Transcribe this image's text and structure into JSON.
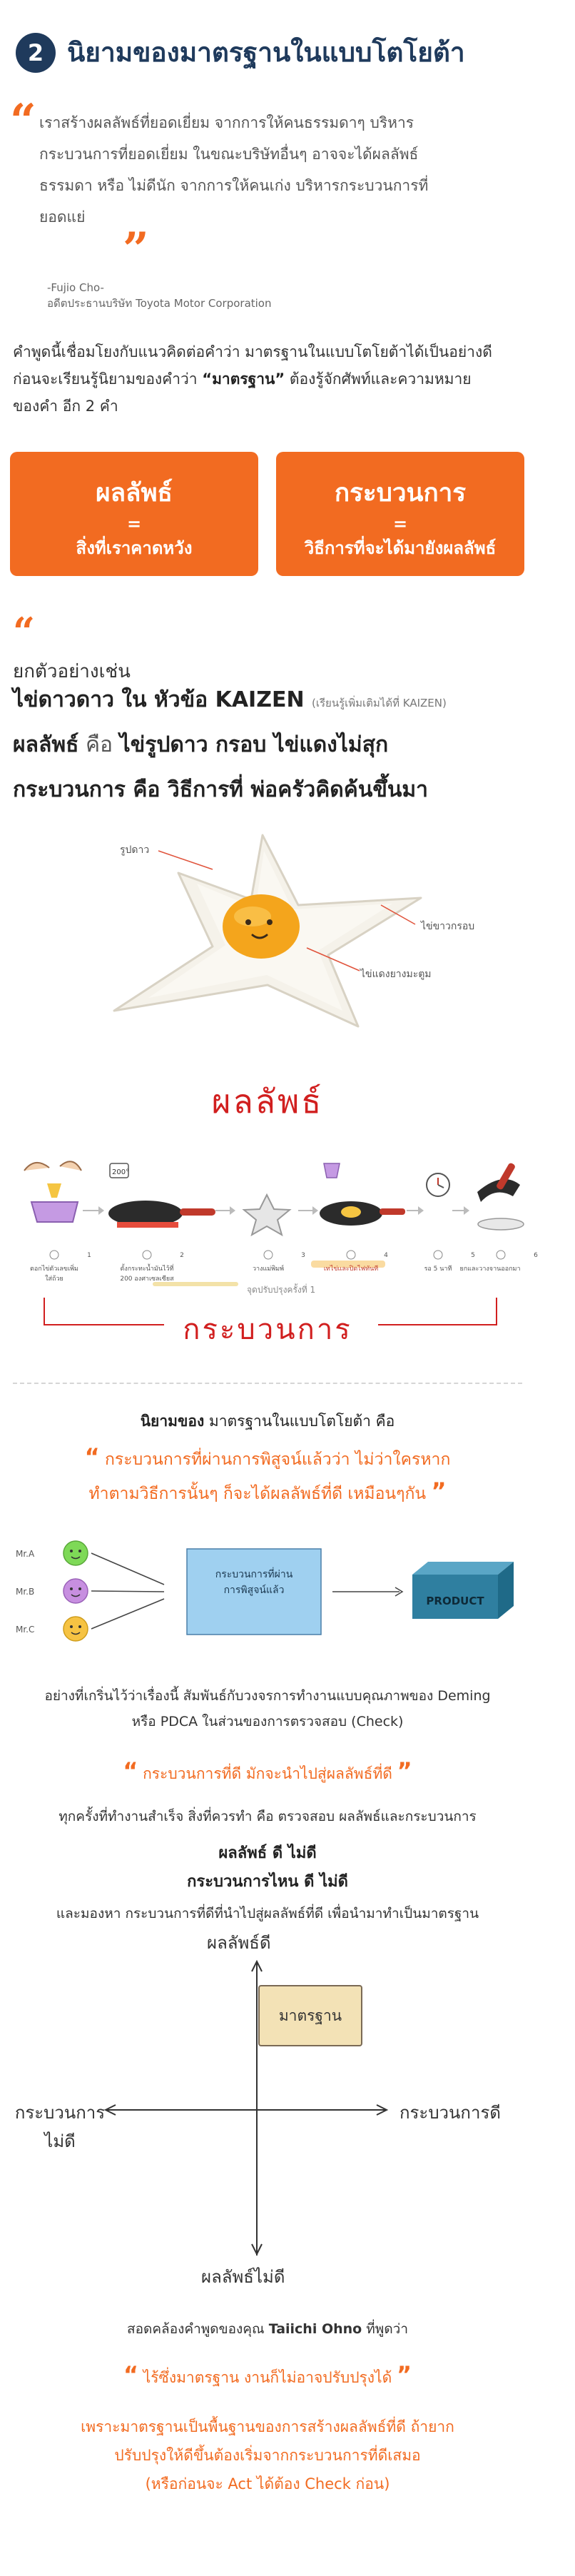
{
  "section": {
    "number": "2",
    "title": "นิยามของมาตรฐานในแบบโตโยต้า"
  },
  "quote1": {
    "lines": [
      "เราสร้างผลลัพธ์ที่ยอดเยี่ยม จากการให้คนธรรมดาๆ บริหาร",
      "กระบวนการที่ยอดเยี่ยม ในขณะบริษัทอื่นๆ อาจจะได้ผลลัพธ์",
      "ธรรมดา หรือ ไม่ดีนัก จากการให้คนเก่ง บริหารกระบวนการที่",
      "ยอดแย่"
    ],
    "author_name": "-Fujio Cho-",
    "author_title": "อดีตประธานบริษัท Toyota Motor Corporation"
  },
  "intro": {
    "line1": "คำพูดนี้เชื่อมโยงกับแนวคิดต่อคำว่า มาตรฐานในแบบโตโยต้าได้เป็นอย่างดี",
    "line2_pre": "ก่อนจะเรียนรู้นิยามของคำว่า ",
    "line2_term": "“มาตรฐาน”",
    "line2_post": " ต้องรู้จักศัพท์และความหมาย",
    "line3": "ของคำ อีก 2 คำ"
  },
  "boxes": [
    {
      "term": "ผลลัพธ์",
      "eq": "=",
      "def": "สิ่งที่เราคาดหวัง"
    },
    {
      "term": "กระบวนการ",
      "eq": "=",
      "def": "วิธีการที่จะได้มายังผลลัพธ์"
    }
  ],
  "example": {
    "intro": "ยกตัวอย่างเช่น",
    "topic": "ไข่ดาวดาว ใน หัวข้อ KAIZEN",
    "topic_note": "(เรียนรู้เพิ่มเติมได้ที่ KAIZEN)",
    "result_term": "ผลลัพธ์",
    "result_connector": " คือ ",
    "result_def": "ไข่รูปดาว กรอบ ไข่แดงไม่สุก",
    "process_term": "กระบวนการ",
    "process_connector": " คือ ",
    "process_def": "วิธีการที่ พ่อครัวคิดค้นขึ้นมา"
  },
  "egg": {
    "label_shape": "รูปดาว",
    "label_crisp": "ไข่ขาวกรอบ",
    "label_yolk": "ไข่แดงยางมะตูม"
  },
  "result_handwritten": "ผลลัพธ์",
  "steps": [
    {
      "num": "1",
      "caption": "ตอกไข่ตัวเลขเพิ่ม\nใส่ถ้วย"
    },
    {
      "num": "2",
      "caption": "ตั้งกระทะน้ำมันไว้ที่\n200 องศาเซลเซียส"
    },
    {
      "num": "3",
      "caption": "วางแม่พิมพ์"
    },
    {
      "num": "4",
      "caption": "เทไข่และปิดไฟทันที"
    },
    {
      "num": "5",
      "caption": "รอ 5 นาที"
    },
    {
      "num": "6",
      "caption": "ยกและวางจานออกมา"
    }
  ],
  "process_note": "จุดปรับปรุงครั้งที่ 1",
  "process_handwritten": "กระบวนการ",
  "definition": {
    "heading_bold": "นิยามของ",
    "heading_rest": " มาตรฐานในแบบโตโยต้า คือ",
    "quote_line1": "กระบวนการที่ผ่านการพิสูจน์แล้วว่า ไม่ว่าใครหาก",
    "quote_line2": "ทำตามวิธีการนั้นๆ ก็จะได้ผลลัพธ์ที่ดี เหมือนๆกัน"
  },
  "flow": {
    "people": [
      "Mr.A",
      "Mr.B",
      "Mr.C"
    ],
    "process_box": "กระบวนการที่ผ่าน\nการพิสูจน์แล้ว",
    "product": "PRODUCT",
    "colors": {
      "mrA": "#7ed957",
      "mrB": "#c78fe0",
      "mrC": "#f6c343",
      "process": "#9fd0f0",
      "product": "#2f7fa0"
    }
  },
  "deming": {
    "line1": "อย่างที่เกริ่นไว้ว่าเรื่องนี้ สัมพันธ์กับวงจรการทำงานแบบคุณภาพของ Deming",
    "line2": "หรือ PDCA ในส่วนของการตรวจสอบ (Check)"
  },
  "quote2": "กระบวนการที่ดี มักจะนำไปสู่ผลลัพธ์ที่ดี",
  "check": {
    "line": "ทุกครั้งที่ทำงานสำเร็จ สิ่งที่ควรทำ คือ ตรวจสอบ ผลลัพธ์และกระบวนการ",
    "bold1": "ผลลัพธ์ ดี ไม่ดี",
    "bold2": "กระบวนการไหน ดี ไม่ดี",
    "line3": "และมองหา กระบวนการที่ดีที่นำไปสู่ผลลัพธ์ที่ดี เพื่อนำมาทำเป็นมาตรฐาน"
  },
  "matrix": {
    "top": "ผลลัพธ์ดี",
    "bottom": "ผลลัพธ์ไม่ดี",
    "left_line1": "กระบวนการ",
    "left_line2": "ไม่ดี",
    "right": "กระบวนการดี",
    "box": "มาตรฐาน"
  },
  "ohno": {
    "pre": "สอดคล้องคำพูดของคุณ ",
    "name": "Taiichi Ohno",
    "post": " ที่พูดว่า",
    "quote": "ไร้ซึ่งมาตรฐาน งานก็ไม่อาจปรับปรุงได้"
  },
  "closing": {
    "line1": "เพราะมาตรฐานเป็นพื้นฐานของการสร้างผลลัพธ์ที่ดี ถ้ายาก",
    "line2": "ปรับปรุงให้ดีขึ้นต้องเริ่มจากกระบวนการที่ดีเสมอ",
    "line3": "(หรือก่อนจะ Act ได้ต้อง Check ก่อน)"
  }
}
